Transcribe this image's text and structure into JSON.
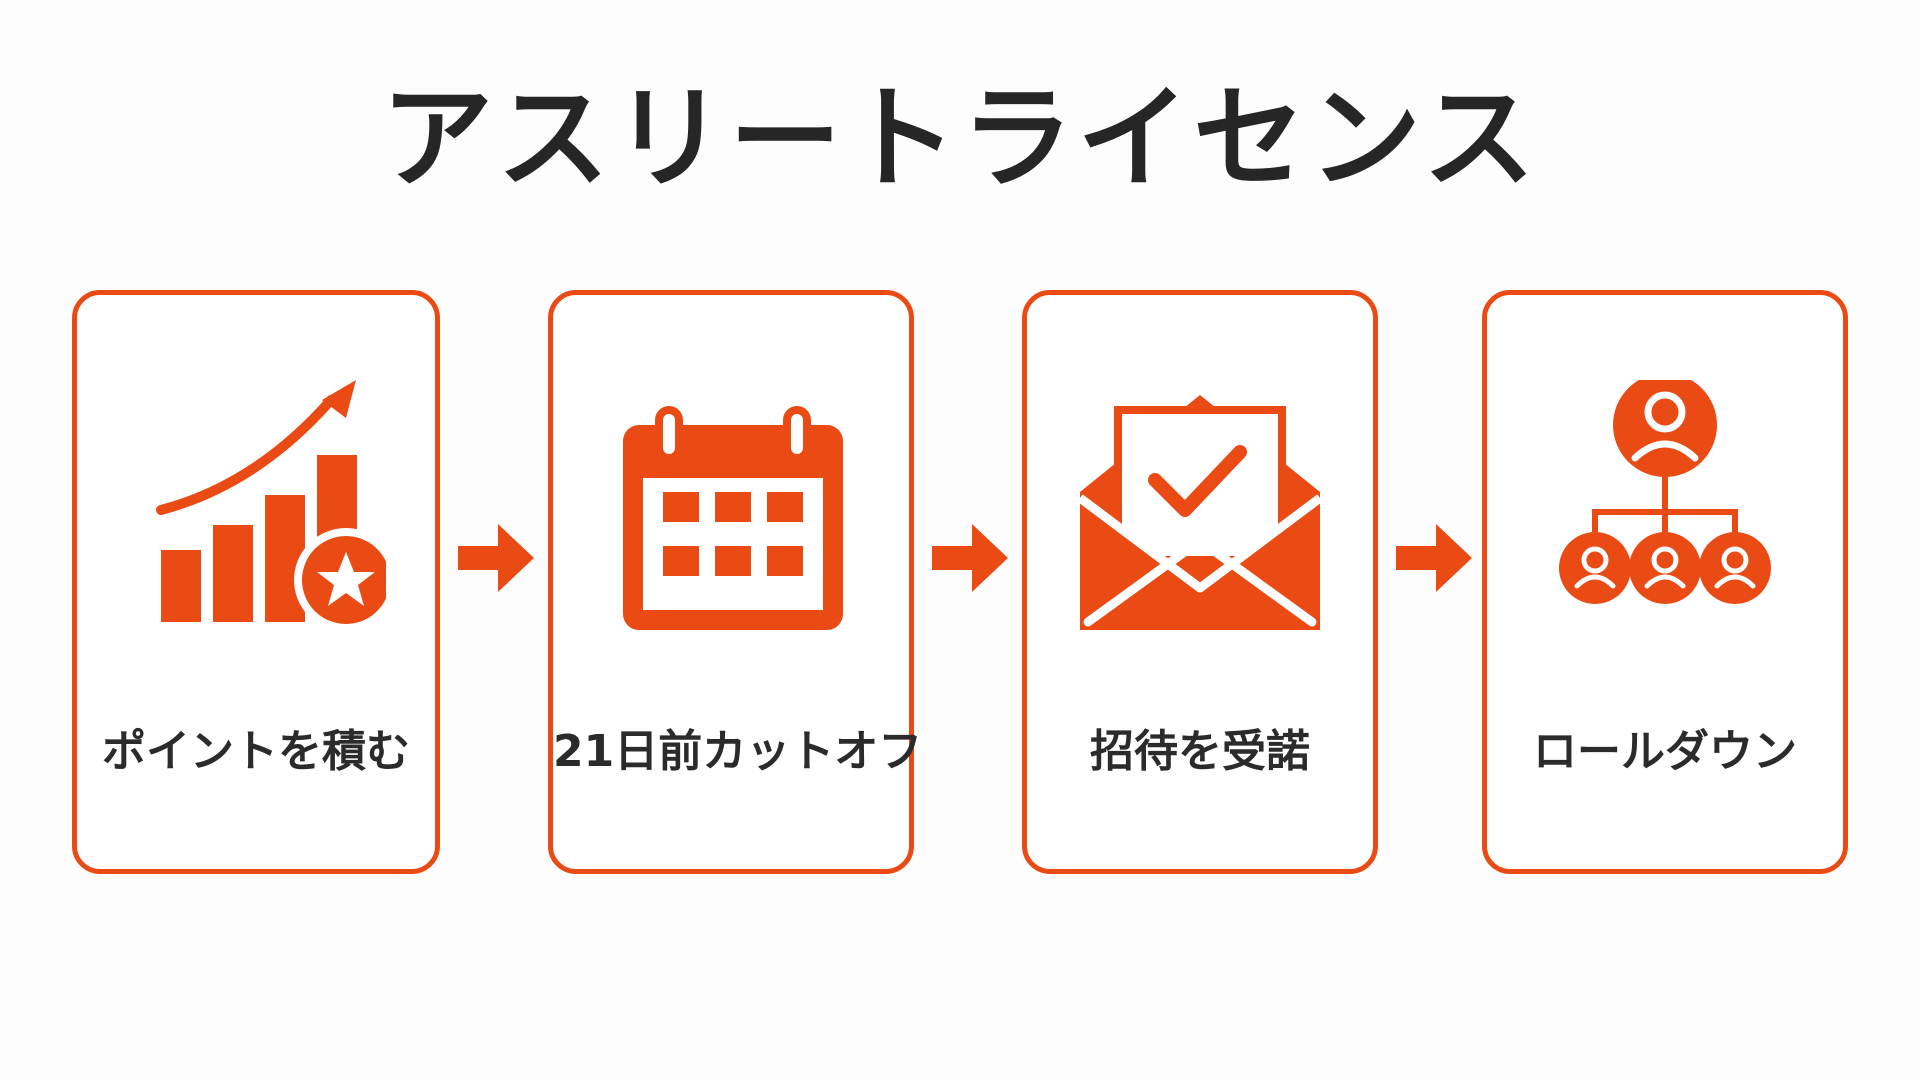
{
  "title": "アスリートライセンス",
  "accent_color": "#ea4a14",
  "steps": [
    {
      "label": "ポイントを積む",
      "icon": "growth-chart-star-icon"
    },
    {
      "label": "21日前カットオフ",
      "icon": "calendar-icon"
    },
    {
      "label": "招待を受諾",
      "icon": "envelope-check-icon"
    },
    {
      "label": "ロールダウン",
      "icon": "org-hierarchy-icon"
    }
  ],
  "connector_icon": "arrow-right-icon"
}
